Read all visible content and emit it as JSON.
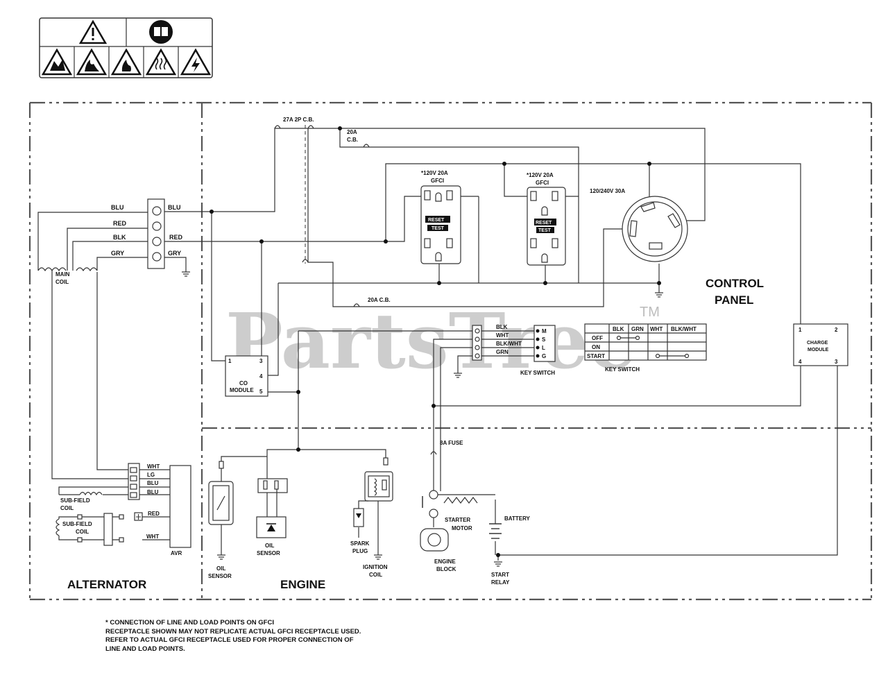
{
  "watermark": {
    "brand": "PartsTree",
    "tm": "TM"
  },
  "safety_icons": [
    "warning-icon",
    "manual-icon",
    "explosion-icon",
    "fire-icon",
    "flame-icon",
    "hot-surface-icon",
    "shock-icon"
  ],
  "sections": {
    "alternator": "ALTERNATOR",
    "engine": "ENGINE",
    "control_panel": [
      "CONTROL",
      "PANEL"
    ]
  },
  "breakers": {
    "main": "27A 2P C.B.",
    "cb1": [
      "20A",
      "C.B."
    ],
    "cb2": "20A C.B."
  },
  "receptacles": {
    "gfci1": [
      "*120V 20A",
      "GFCI"
    ],
    "gfci2": [
      "*120V 20A",
      "GFCI"
    ],
    "twistlock": "120/240V 30A"
  },
  "connector_top": {
    "left_labels": [
      "BLU",
      "RED",
      "BLK",
      "GRY"
    ],
    "right_labels": [
      "BLU",
      "RED",
      "GRY"
    ]
  },
  "main_coil": [
    "MAIN",
    "COIL"
  ],
  "co_module": {
    "label": [
      "CO",
      "MODULE"
    ],
    "pins": [
      "1",
      "3",
      "4",
      "5"
    ]
  },
  "key_switch": {
    "wires": [
      "BLK",
      "WHT",
      "BLK/WHT",
      "GRN"
    ],
    "terminals": [
      "M",
      "S",
      "L",
      "G"
    ],
    "label": "KEY SWITCH",
    "table": {
      "headers": [
        "",
        "BLK",
        "GRN",
        "WHT",
        "BLK/WHT"
      ],
      "rows": [
        "OFF",
        "ON",
        "START"
      ],
      "label": "KEY SWITCH"
    }
  },
  "charge_module": {
    "label": [
      "CHARGE",
      "MODULE"
    ],
    "pins": [
      "1",
      "2",
      "4",
      "3"
    ]
  },
  "avr": {
    "label": "AVR",
    "wires": [
      "WHT",
      "LG",
      "BLU",
      "BLU"
    ],
    "red": "RED",
    "wht": "WHT"
  },
  "sub_field_coil_1": [
    "SUB-FIELD",
    "COIL"
  ],
  "sub_field_coil_2": [
    "SUB-FIELD",
    "COIL"
  ],
  "engine_parts": {
    "oil_sensor_1": [
      "OIL",
      "SENSOR"
    ],
    "oil_sensor_2": [
      "OIL",
      "SENSOR"
    ],
    "spark_plug": [
      "SPARK",
      "PLUG"
    ],
    "ignition_coil": [
      "IGNITION",
      "COIL"
    ],
    "fuse": "8A FUSE",
    "starter_motor": [
      "STARTER",
      "MOTOR"
    ],
    "battery": "BATTERY",
    "engine_block": [
      "ENGINE",
      "BLOCK"
    ],
    "start_relay": [
      "START",
      "RELAY"
    ]
  },
  "gfci_buttons": {
    "reset": "RESET",
    "test": "TEST"
  },
  "footnote": [
    "* CONNECTION OF LINE AND LOAD POINTS  ON GFCI",
    "RECEPTACLE SHOWN MAY NOT REPLICATE ACTUAL GFCI RECEPTACLE USED.",
    "REFER TO ACTUAL GFCI RECEPTACLE USED FOR PROPER CONNECTION OF",
    "LINE AND LOAD POINTS."
  ]
}
